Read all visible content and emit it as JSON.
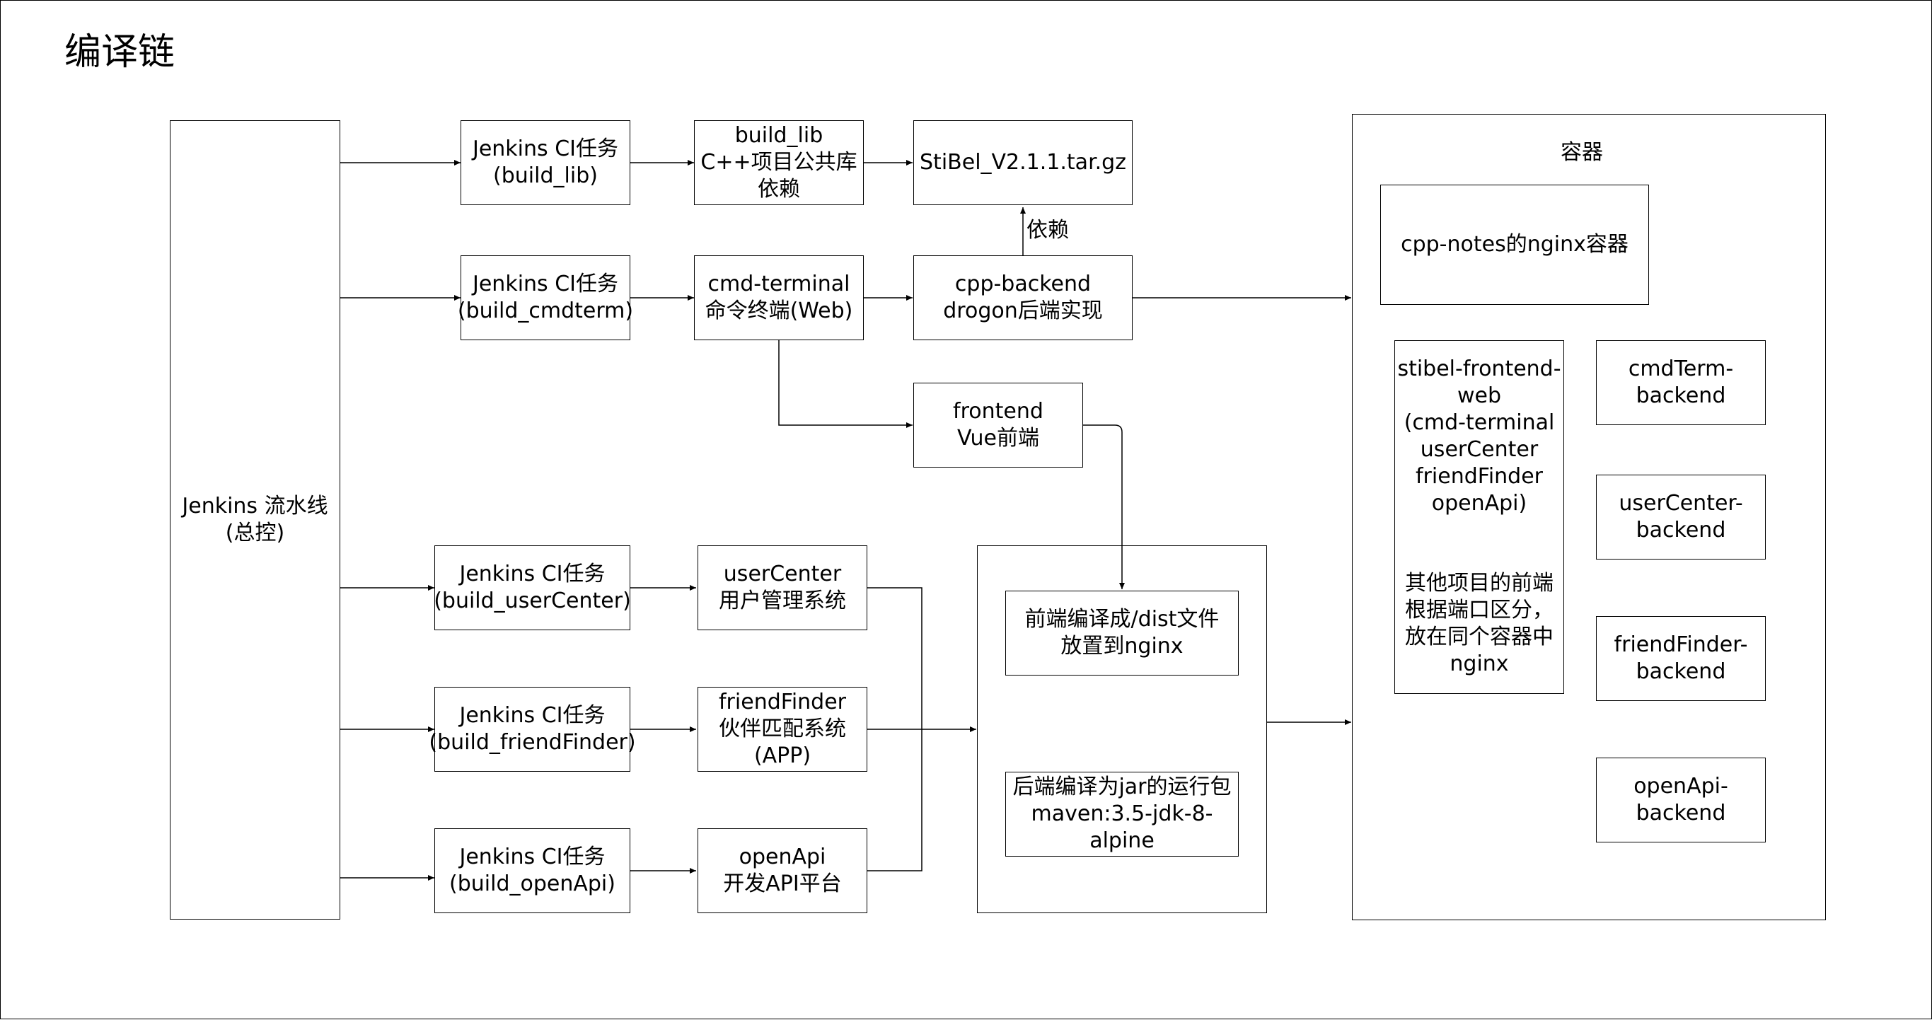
{
  "title": "编译链",
  "nodes": {
    "pipeline": "Jenkins 流水线\n(总控)",
    "ci_build_lib": "Jenkins CI任务\n(build_lib)",
    "build_lib": "build_lib\nC++项目公共库\n依赖",
    "stibel_tar": "StiBel_V2.1.1.tar.gz",
    "ci_build_cmdterm": "Jenkins CI任务\n(build_cmdterm)",
    "cmd_terminal": "cmd-terminal\n命令终端(Web)",
    "cpp_backend": "cpp-backend\ndrogon后端实现",
    "frontend_vue": "frontend\nVue前端",
    "ci_build_usercenter": "Jenkins CI任务\n(build_userCenter)",
    "usercenter": "userCenter\n用户管理系统",
    "ci_build_friendfinder": "Jenkins CI任务\n(build_friendFinder)",
    "friendfinder": "friendFinder\n伙伴匹配系统\n(APP)",
    "ci_build_openapi": "Jenkins CI任务\n(build_openApi)",
    "openapi": "openApi\n开发API平台",
    "frontend_dist": "前端编译成/dist文件\n放置到nginx",
    "backend_jar": "后端编译为jar的运行包\nmaven:3.5-jdk-8-alpine"
  },
  "edge_labels": {
    "depends": "依赖"
  },
  "container": {
    "title": "容器",
    "cpp_notes_nginx": "cpp-notes的nginx容器",
    "stibel_frontend_web": "stibel-frontend-\nweb\n(cmd-terminal\nuserCenter\nfriendFinder\nopenApi)",
    "stibel_frontend_note": "其他项目的前端\n根据端口区分，\n放在同个容器中\nnginx",
    "cmdterm_backend": "cmdTerm-\nbackend",
    "usercenter_backend": "userCenter-\nbackend",
    "friendfinder_backend": "friendFinder-\nbackend",
    "openapi_backend": "openApi-\nbackend"
  }
}
